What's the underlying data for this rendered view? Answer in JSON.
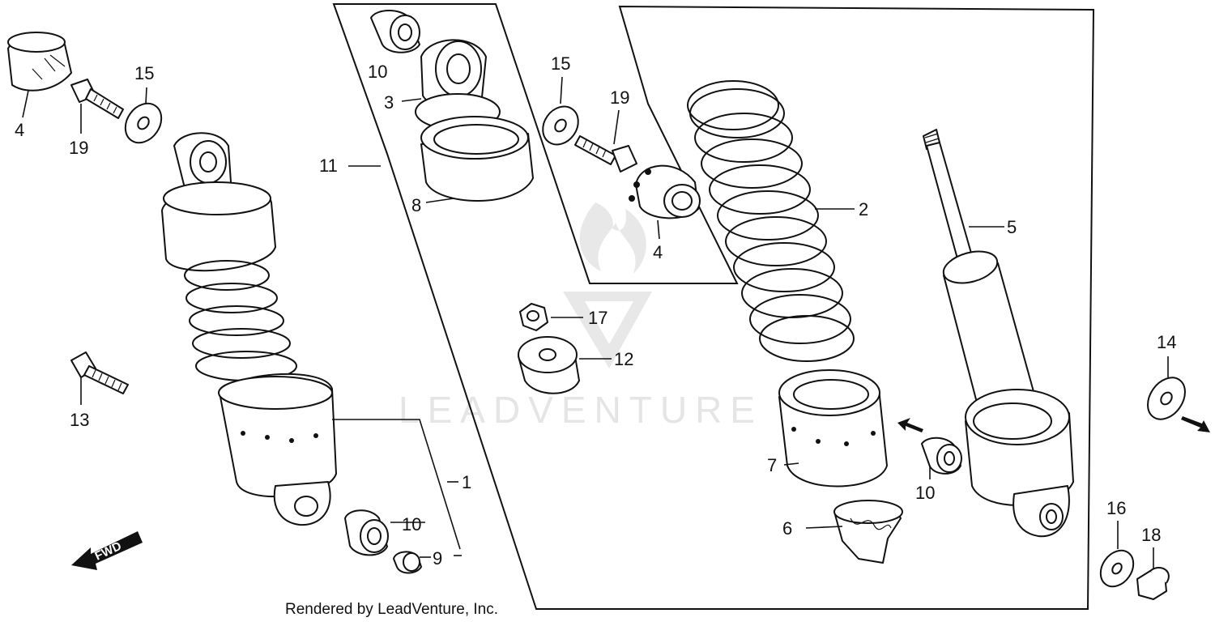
{
  "diagram": {
    "callouts": [
      {
        "id": "c-4a",
        "label": "4"
      },
      {
        "id": "c-19a",
        "label": "19"
      },
      {
        "id": "c-15a",
        "label": "15"
      },
      {
        "id": "c-13",
        "label": "13"
      },
      {
        "id": "c-1",
        "label": "1"
      },
      {
        "id": "c-10a",
        "label": "10"
      },
      {
        "id": "c-9",
        "label": "9"
      },
      {
        "id": "c-10b",
        "label": "10"
      },
      {
        "id": "c-3",
        "label": "3"
      },
      {
        "id": "c-11",
        "label": "11"
      },
      {
        "id": "c-8",
        "label": "8"
      },
      {
        "id": "c-15b",
        "label": "15"
      },
      {
        "id": "c-19b",
        "label": "19"
      },
      {
        "id": "c-4b",
        "label": "4"
      },
      {
        "id": "c-17",
        "label": "17"
      },
      {
        "id": "c-12",
        "label": "12"
      },
      {
        "id": "c-2",
        "label": "2"
      },
      {
        "id": "c-5",
        "label": "5"
      },
      {
        "id": "c-7",
        "label": "7"
      },
      {
        "id": "c-10c",
        "label": "10"
      },
      {
        "id": "c-6",
        "label": "6"
      },
      {
        "id": "c-14",
        "label": "14"
      },
      {
        "id": "c-16",
        "label": "16"
      },
      {
        "id": "c-18",
        "label": "18"
      }
    ],
    "fwd_label": "FWD",
    "watermark_text": "LEADVENTURE"
  },
  "footer": {
    "credit": "Rendered by LeadVenture, Inc."
  },
  "colors": {
    "ink": "#111111",
    "background": "#ffffff",
    "watermark": "#d0d0d0"
  }
}
